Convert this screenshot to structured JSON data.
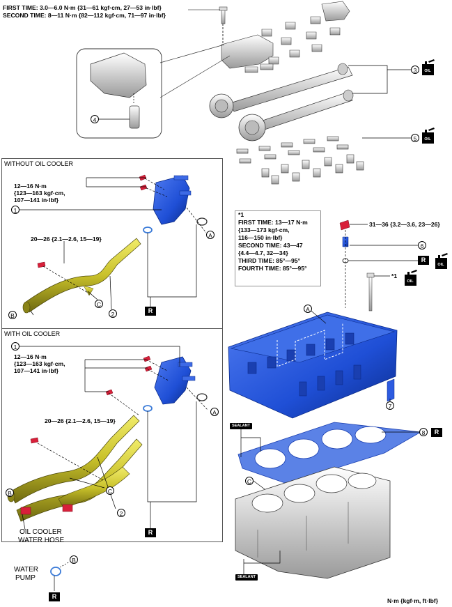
{
  "torque_notes": {
    "head_bolt_first": "FIRST TIME: 3.0—6.0 N·m {31—61 kgf·cm, 27—53 in·lbf}",
    "head_bolt_second": "SECOND TIME: 8—11 N·m {82—112 kgf·cm, 71—97 in·lbf}",
    "without_oil_cooler_bolt": [
      "12—16 N·m",
      "{123—163 kgf·cm,",
      "107—141 in·lbf}"
    ],
    "without_oil_cooler_pipe": "20—26 {2.1—2.6, 15—19}",
    "with_oil_cooler_bolt": [
      "12—16 N·m",
      "{123—163 kgf·cm,",
      "107—141 in·lbf}"
    ],
    "with_oil_cooler_pipe": "20—26 {2.1—2.6, 15—19}",
    "plug": "31—36 {3.2—3.6, 23—26}",
    "star1_label": "*1",
    "star1_lines": [
      "FIRST TIME: 13—17 N·m",
      "{133—173 kgf·cm,",
      "116—150 in·lbf}",
      "SECOND TIME: 43—47",
      "{4.4—4.7, 32—34}",
      "THIRD TIME: 85°—95°",
      "FOURTH TIME: 85°—95°"
    ]
  },
  "sections": {
    "without_oil_cooler": "WITHOUT OIL COOLER",
    "with_oil_cooler": "WITH OIL COOLER"
  },
  "callouts": {
    "n1a": "1",
    "n1b": "1",
    "n2a": "2",
    "n2b": "2",
    "n3": "3",
    "n4": "4",
    "n5": "5",
    "n6": "6",
    "n7": "7",
    "n8": "8",
    "a1": "A",
    "a2": "A",
    "a3": "A",
    "b1": "B",
    "b2": "B",
    "b3": "B",
    "c1": "C",
    "c2": "C",
    "c3": "C"
  },
  "labels": {
    "oil_cooler_hose": [
      "OIL COOLER",
      "WATER HOSE"
    ],
    "water_pump": [
      "WATER",
      "PUMP"
    ],
    "r": "R",
    "sealant": "SEALANT",
    "oil": "OIL",
    "star1_tag": "*1",
    "units": "N·m {kgf·m, ft·lbf}"
  },
  "colors": {
    "part_blue": "#1f4fd6",
    "pipe_yellow": "#c9c12a",
    "bolt_red": "#d8203a"
  },
  "icons": [
    "oil-can-icon",
    "sealant-tube-icon",
    "replace-r-icon"
  ]
}
